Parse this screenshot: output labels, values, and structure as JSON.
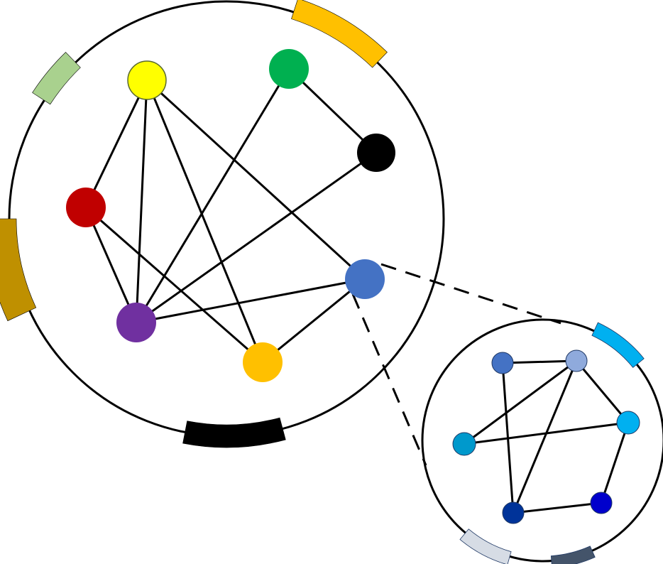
{
  "diagram": {
    "main_network": {
      "nodes": [
        {
          "id": "yellow",
          "color": "#FFFF00"
        },
        {
          "id": "green",
          "color": "#00B050"
        },
        {
          "id": "black",
          "color": "#000000"
        },
        {
          "id": "red",
          "color": "#C00000"
        },
        {
          "id": "blue",
          "color": "#4472C4"
        },
        {
          "id": "purple",
          "color": "#7030A0"
        },
        {
          "id": "orange",
          "color": "#FFC000"
        }
      ],
      "edges": [
        [
          "yellow",
          "red"
        ],
        [
          "yellow",
          "purple"
        ],
        [
          "yellow",
          "orange"
        ],
        [
          "yellow",
          "blue"
        ],
        [
          "green",
          "black"
        ],
        [
          "green",
          "purple"
        ],
        [
          "black",
          "purple"
        ],
        [
          "red",
          "purple"
        ],
        [
          "red",
          "orange"
        ],
        [
          "purple",
          "blue"
        ],
        [
          "orange",
          "blue"
        ]
      ],
      "arc_colors": [
        "#A9D18E",
        "#FFC000",
        "#BF9000",
        "#000000"
      ]
    },
    "sub_network": {
      "nodes": [
        {
          "id": "s1",
          "color": "#4472C4"
        },
        {
          "id": "s2",
          "color": "#8FAADC"
        },
        {
          "id": "s3",
          "color": "#00B0F0"
        },
        {
          "id": "s4",
          "color": "#0099CC"
        },
        {
          "id": "s5",
          "color": "#003399"
        },
        {
          "id": "s6",
          "color": "#0000CC"
        }
      ],
      "edges": [
        [
          "s1",
          "s2"
        ],
        [
          "s1",
          "s5"
        ],
        [
          "s2",
          "s4"
        ],
        [
          "s2",
          "s5"
        ],
        [
          "s2",
          "s3"
        ],
        [
          "s4",
          "s3"
        ],
        [
          "s3",
          "s6"
        ],
        [
          "s5",
          "s6"
        ]
      ],
      "arc_colors": [
        "#00B0F0",
        "#D6DCE5",
        "#44546A"
      ]
    }
  }
}
